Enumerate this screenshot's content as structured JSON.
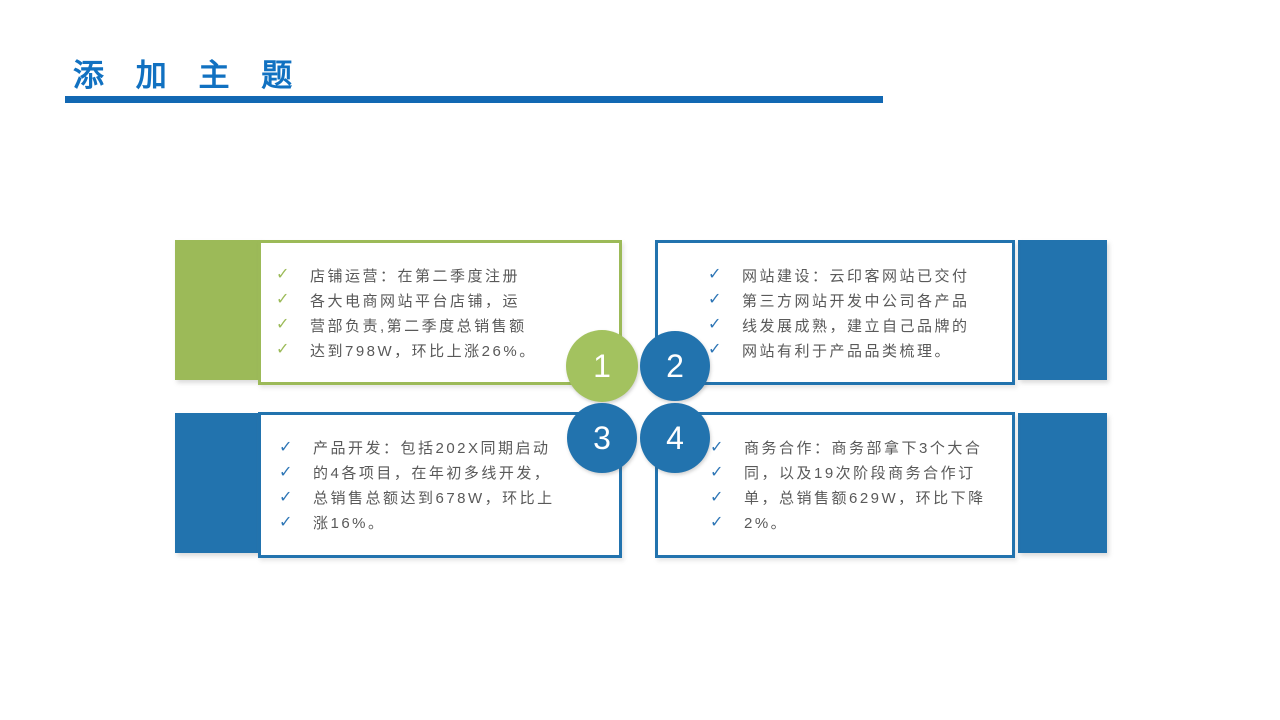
{
  "slide": {
    "title": "添 加 主 题",
    "colors": {
      "title_blue": "#1171C1",
      "rule_blue": "#1268B3",
      "accent_blue": "#2273AE",
      "accent_green": "#9CBA58",
      "circle_green": "#A3C25F",
      "body_text": "#595959"
    }
  },
  "icons": {
    "check": "✓"
  },
  "boxes": [
    {
      "number": "1",
      "color": "green",
      "lines": [
        "店铺运营：在第二季度注册",
        "各大电商网站平台店铺，运",
        "营部负责,第二季度总销售额",
        "达到798W，环比上涨26%。"
      ]
    },
    {
      "number": "2",
      "color": "blue",
      "lines": [
        "网站建设：云印客网站已交付",
        "第三方网站开发中公司各产品",
        "线发展成熟，建立自己品牌的",
        "网站有利于产品品类梳理。"
      ]
    },
    {
      "number": "3",
      "color": "blue",
      "lines": [
        "产品开发：包括202X同期启动",
        "的4各项目，在年初多线开发，",
        "总销售总额达到678W，环比上",
        "涨16%。"
      ]
    },
    {
      "number": "4",
      "color": "blue",
      "lines": [
        "商务合作：商务部拿下3个大合",
        "同，以及19次阶段商务合作订",
        "单，总销售额629W，环比下降",
        "2%。"
      ]
    }
  ]
}
